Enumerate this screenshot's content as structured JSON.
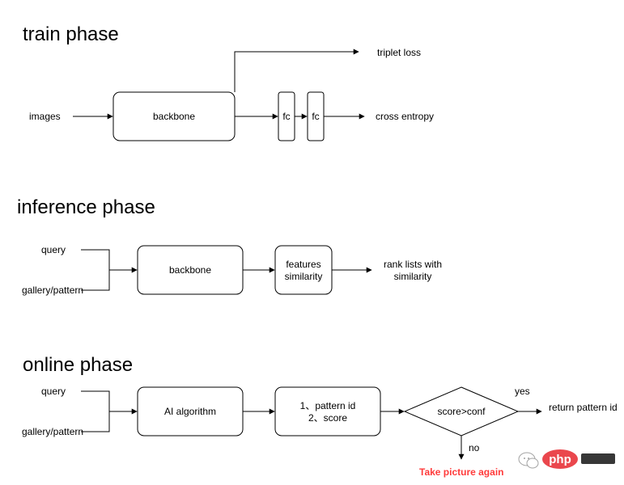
{
  "train": {
    "title": "train phase",
    "input": "images",
    "backbone": "backbone",
    "fc1": "fc",
    "fc2": "fc",
    "out_triplet": "triplet loss",
    "out_ce": "cross entropy"
  },
  "inference": {
    "title": "inference phase",
    "query": "query",
    "gallery": "gallery/pattern",
    "backbone": "backbone",
    "features_l1": "features",
    "features_l2": "similarity",
    "rank_l1": "rank lists with",
    "rank_l2": "similarity"
  },
  "online": {
    "title": "online phase",
    "query": "query",
    "gallery": "gallery/pattern",
    "algo": "AI algorithm",
    "result_l1": "1、pattern id",
    "result_l2": "2、score",
    "decision": "score>conf",
    "yes": "yes",
    "no": "no",
    "return": "return pattern id",
    "retry": "Take picture again"
  },
  "watermark": {
    "brand": "php"
  },
  "colors": {
    "stroke": "#000000",
    "warning": "#ff3b3b",
    "watermark_red": "#e8343a",
    "watermark_dark": "#222222"
  }
}
